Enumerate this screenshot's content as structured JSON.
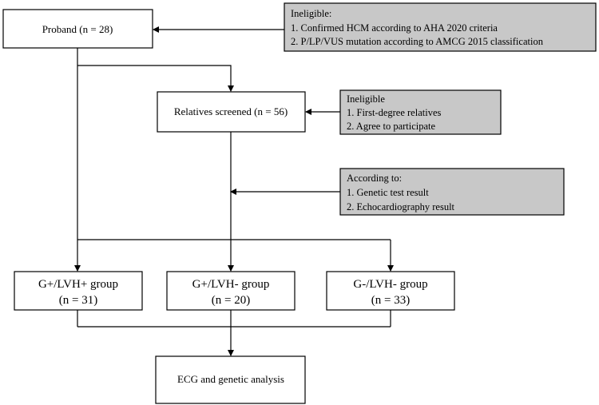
{
  "proband": {
    "label": "Proband (n = 28)"
  },
  "ineligible_proband": {
    "title": "Ineligible:",
    "items": [
      "1. Confirmed  HCM according  to AHA 2020 criteria",
      "2. P/LP/VUS mutation  according to AMCG 2015 classification"
    ]
  },
  "relatives": {
    "label": "Relatives  screened (n = 56)"
  },
  "ineligible_relatives": {
    "title": "Ineligible",
    "items": [
      "1. First-degree relatives",
      "2. Agree to participate"
    ]
  },
  "according": {
    "title": "According to:",
    "items": [
      "1.   Genetic test result",
      "2.   Echocardiography  result"
    ]
  },
  "groups": [
    {
      "name": "G+/LVH+ group",
      "count": "(n = 31)"
    },
    {
      "name": "G+/LVH- group",
      "count": "(n = 20)"
    },
    {
      "name": "G-/LVH- group",
      "count": "(n = 33)"
    }
  ],
  "final": {
    "label": "ECG and genetic  analysis"
  }
}
